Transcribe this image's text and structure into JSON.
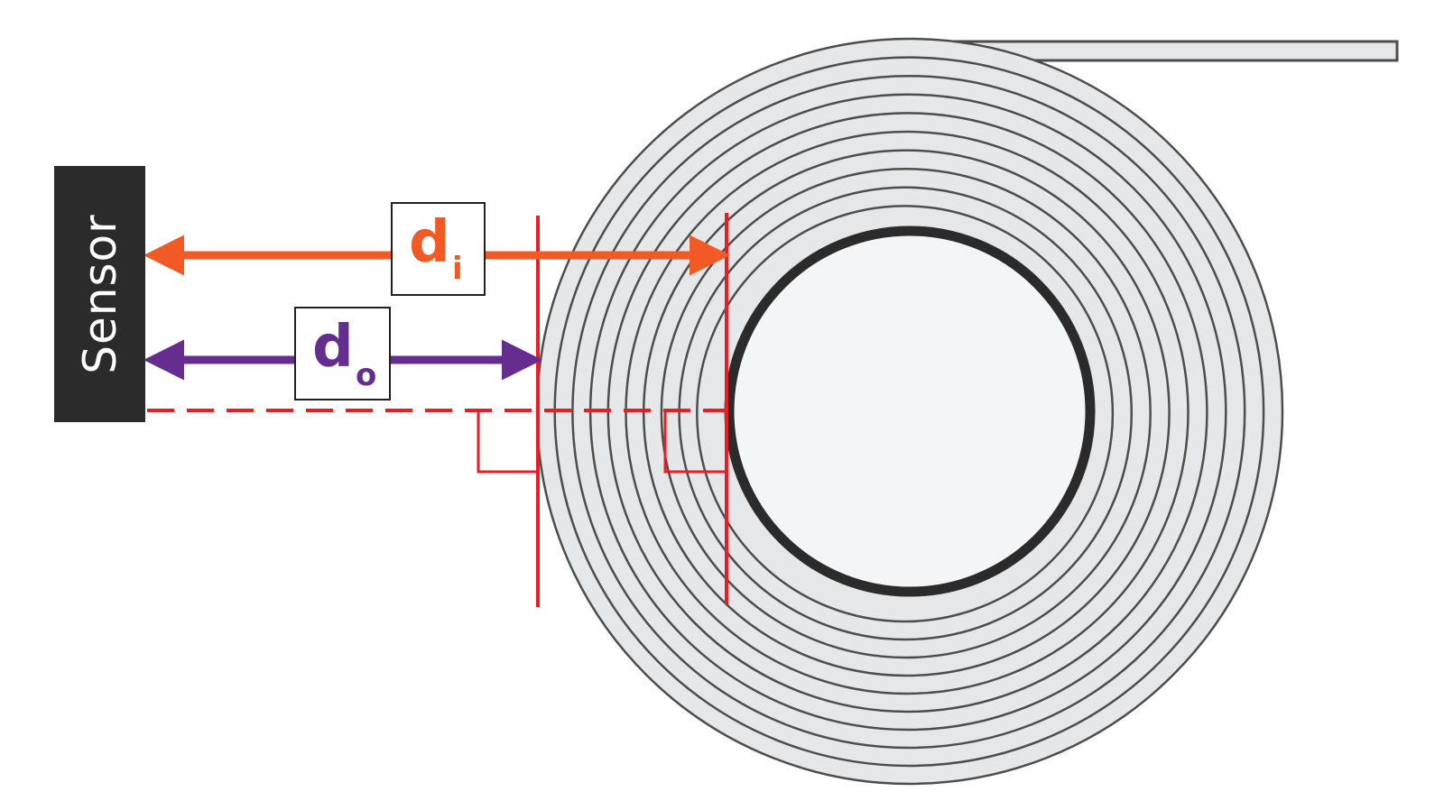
{
  "sensor": {
    "label": "Sensor"
  },
  "labels": {
    "inner": {
      "letter": "d",
      "subscript": "i"
    },
    "outer": {
      "letter": "d",
      "subscript": "o"
    }
  },
  "colors": {
    "inner_arrow": "#f15a24",
    "outer_arrow": "#662d91",
    "guide_lines": "#ed1c24",
    "sensor": "#2b2b2b",
    "coil_fill": "#e6e7e8",
    "coil_stroke": "#4d4d4d",
    "core_fill": "#f4f5f6",
    "core_stroke": "#2b2b2b"
  },
  "coil": {
    "layers": 10
  }
}
